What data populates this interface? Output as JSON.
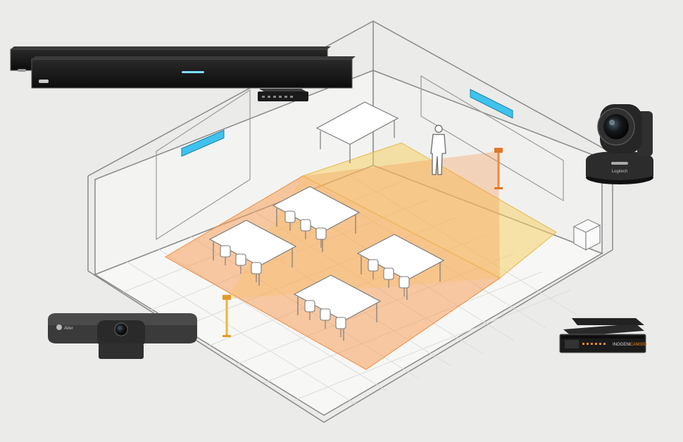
{
  "scene": {
    "background": "#ebebea",
    "floor_color": "#f7f7f6",
    "wall_color": "#f4f4f3",
    "outline_color": "#8a8a8a",
    "coverage_colors": {
      "front_zone": "#f5a15a",
      "rear_zone": "#f6cf66",
      "camera_post": "#f2b23a",
      "accent_light": "#3ec3ee"
    }
  },
  "devices": {
    "top_soundbar": {
      "icon": "soundbar-icon"
    },
    "hub_box": {
      "icon": "hub-icon"
    },
    "ptz_camera": {
      "icon": "ptz-camera-icon",
      "brand_text": "Logitech"
    },
    "webcam": {
      "icon": "webcam-icon",
      "brand_text": "AVer"
    },
    "controller": {
      "icon": "controller-box-icon",
      "brand_text": "INOGENI",
      "model_text": "CAM300"
    }
  },
  "room": {
    "person_icon": "person-icon",
    "desk_groups": 4,
    "chairs_per_desk": 3
  }
}
